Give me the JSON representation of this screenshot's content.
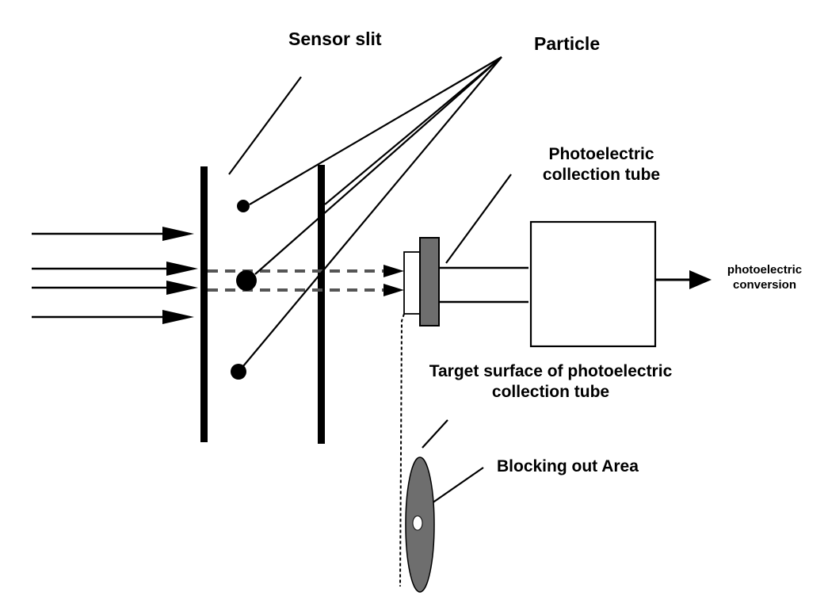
{
  "labels": {
    "sensor_slit": "Sensor slit",
    "particle": "Particle",
    "pe_tube_line1": "Photoelectric",
    "pe_tube_line2": "collection tube",
    "pe_conv_line1": "photoelectric",
    "pe_conv_line2": "conversion",
    "target_line1": "Target surface of photoelectric",
    "target_line2": "collection tube",
    "blocking": "Blocking out Area"
  },
  "colors": {
    "stroke": "#000000",
    "dashed_beam": "#555555",
    "grey_fill": "#6e6e6e",
    "background": "#ffffff"
  }
}
